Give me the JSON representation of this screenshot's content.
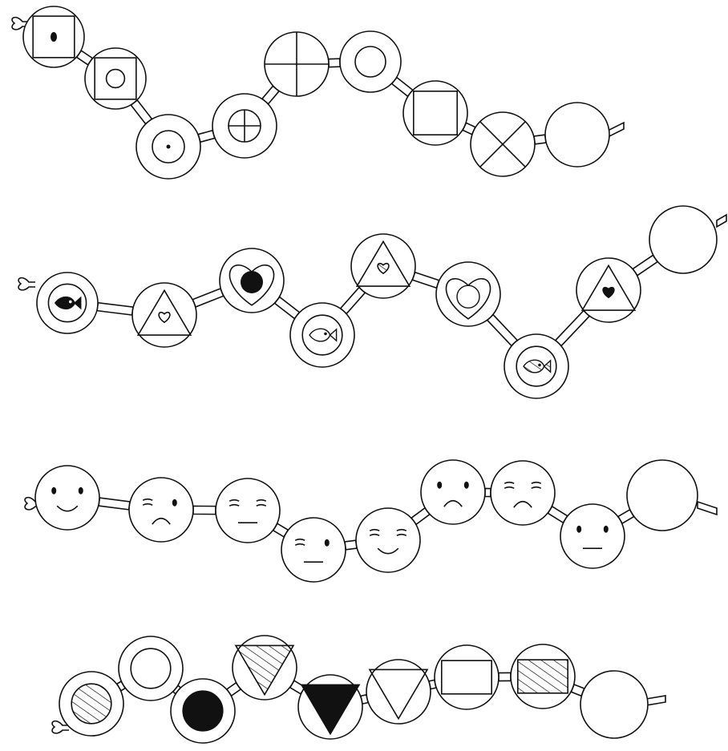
{
  "puzzle": {
    "rows": [
      {
        "id": "row-1",
        "beads": [
          {
            "shape": "square",
            "inner": "dot"
          },
          {
            "shape": "square",
            "inner": "ring"
          },
          {
            "shape": "ring",
            "inner": "dot"
          },
          {
            "shape": "ring",
            "inner": "cross-circle"
          },
          {
            "shape": "plain",
            "inner": "cross"
          },
          {
            "shape": "ring",
            "inner": "none"
          },
          {
            "shape": "square",
            "inner": "none"
          },
          {
            "shape": "plain",
            "inner": "x"
          },
          {
            "shape": "blank",
            "inner": "none"
          }
        ]
      },
      {
        "id": "row-2",
        "beads": [
          {
            "shape": "ring",
            "inner": "fish-black"
          },
          {
            "shape": "triangle",
            "inner": "heart-white"
          },
          {
            "shape": "heart",
            "inner": "dot-black"
          },
          {
            "shape": "ring",
            "inner": "fish-white"
          },
          {
            "shape": "triangle",
            "inner": "heart-hatched"
          },
          {
            "shape": "heart",
            "inner": "circle-white"
          },
          {
            "shape": "ring",
            "inner": "fish-hatched"
          },
          {
            "shape": "triangle",
            "inner": "heart-black"
          },
          {
            "shape": "blank",
            "inner": "none"
          }
        ]
      },
      {
        "id": "row-3",
        "beads": [
          {
            "eyes": "open",
            "mouth": "smile"
          },
          {
            "eyes": "closed-open",
            "mouth": "frown"
          },
          {
            "eyes": "closed",
            "mouth": "flat"
          },
          {
            "eyes": "closed-open",
            "mouth": "flat"
          },
          {
            "eyes": "closed",
            "mouth": "smile"
          },
          {
            "eyes": "open",
            "mouth": "frown"
          },
          {
            "eyes": "closed",
            "mouth": "frown"
          },
          {
            "eyes": "open",
            "mouth": "flat"
          },
          {
            "eyes": "blank",
            "mouth": "none"
          }
        ]
      },
      {
        "id": "row-4",
        "beads": [
          {
            "shape": "ring",
            "inner": "hatched-circle"
          },
          {
            "shape": "ring",
            "inner": "none"
          },
          {
            "shape": "ring",
            "inner": "black-circle"
          },
          {
            "shape": "inverted-triangle",
            "inner": "hatched"
          },
          {
            "shape": "inverted-triangle",
            "inner": "black"
          },
          {
            "shape": "inverted-triangle",
            "inner": "white"
          },
          {
            "shape": "square",
            "inner": "white"
          },
          {
            "shape": "square",
            "inner": "hatched"
          },
          {
            "shape": "blank",
            "inner": "none"
          }
        ]
      }
    ]
  }
}
